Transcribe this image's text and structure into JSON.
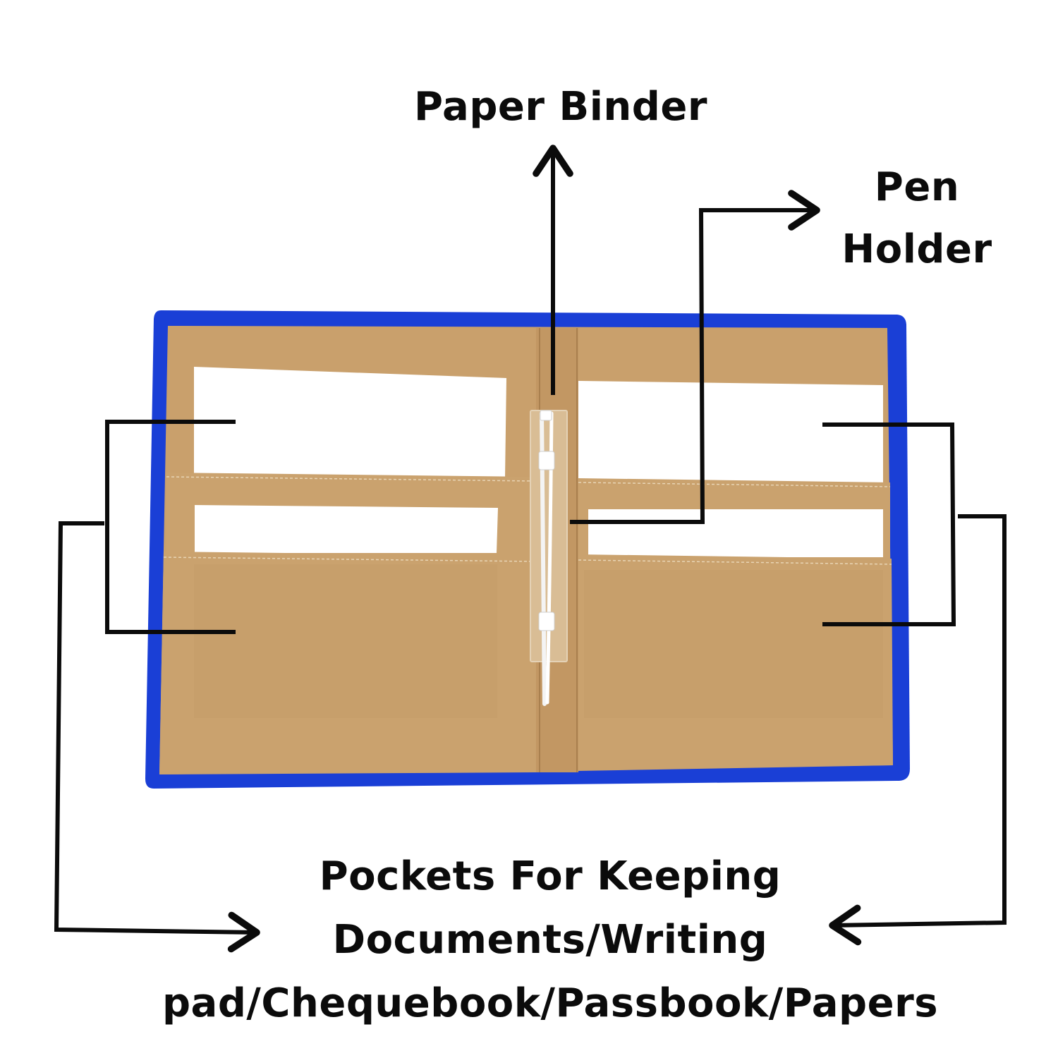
{
  "labels": {
    "paper_binder": "Paper Binder",
    "pen_holder_line1": "Pen",
    "pen_holder_line2": "Holder",
    "pockets_line1": "Pockets For Keeping",
    "pockets_line2": "Documents/Writing",
    "pockets_line3": "pad/Chequebook/Passbook/Papers"
  },
  "colors": {
    "border": "#1a3fd6",
    "fabric": "#c9a06c",
    "fabric_dark": "#b88f5c",
    "paper": "#ffffff",
    "line": "#0b0b0b"
  }
}
